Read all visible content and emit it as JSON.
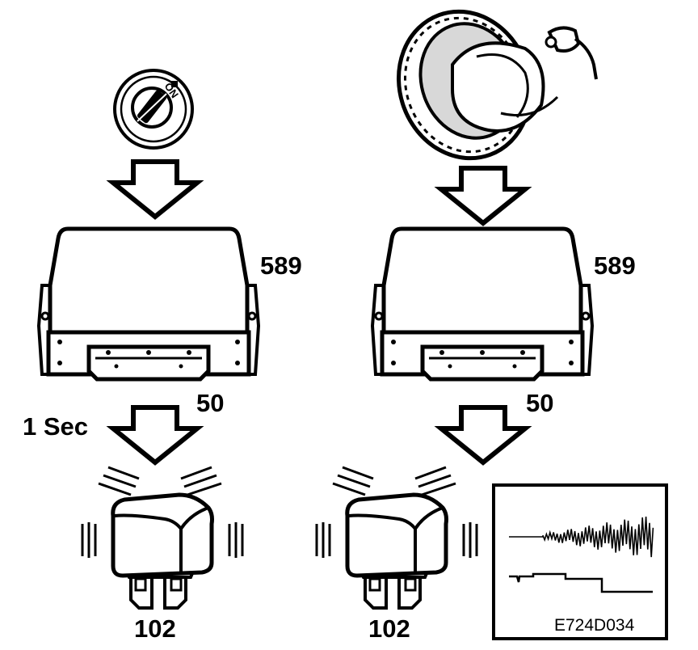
{
  "ignition": {
    "on_label": "ON"
  },
  "left_column": {
    "ecu_label": "589",
    "connector_label": "50",
    "delay_label": "1 Sec",
    "relay_label": "102"
  },
  "right_column": {
    "ecu_label": "589",
    "connector_label": "50",
    "relay_label": "102"
  },
  "figure_code": "E724D034",
  "colors": {
    "ink": "#000000",
    "paper": "#ffffff",
    "shade": "#d8d8d8"
  }
}
